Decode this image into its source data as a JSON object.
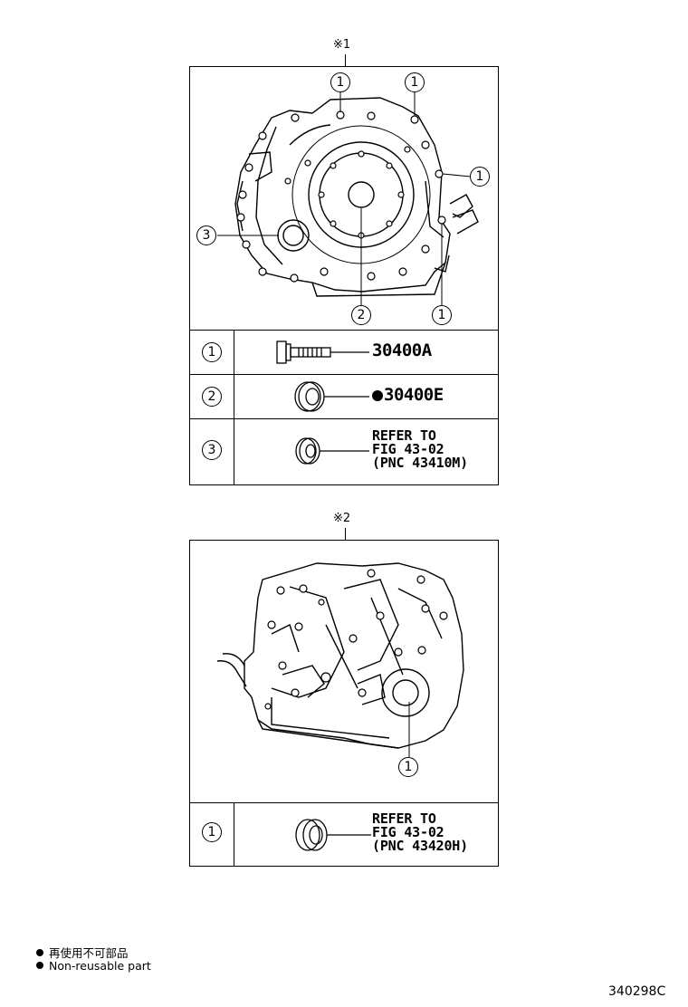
{
  "diagram1": {
    "marker": "※1",
    "callouts": [
      "1",
      "1",
      "1",
      "3",
      "2",
      "1"
    ],
    "rows": [
      {
        "callout": "1",
        "part": "30400A",
        "nonreusable": false
      },
      {
        "callout": "2",
        "part": "30400E",
        "nonreusable": true
      },
      {
        "callout": "3",
        "ref_lines": [
          "REFER TO",
          "FIG 43-02",
          "(PNC 43410M)"
        ]
      }
    ]
  },
  "diagram2": {
    "marker": "※2",
    "callouts": [
      "1"
    ],
    "rows": [
      {
        "callout": "1",
        "ref_lines": [
          "REFER TO",
          "FIG 43-02",
          "(PNC 43420H)"
        ]
      }
    ]
  },
  "legend": {
    "japanese": "再使用不可部品",
    "english": "Non-reusable part"
  },
  "figure_id": "340298C"
}
